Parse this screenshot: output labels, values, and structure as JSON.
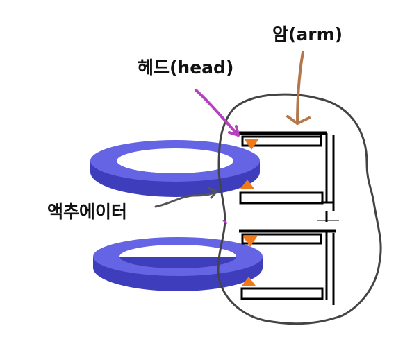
{
  "labels": {
    "arm": "암(arm)",
    "head": "헤드(head)",
    "actuator": "액추에이터"
  },
  "colors": {
    "platter": "#5b5be0",
    "platter_edge": "#3a3ab8",
    "head_marker": "#f07a1a",
    "arm_arrow": "#b5774a",
    "head_arrow": "#b640c0",
    "outline": "#444444",
    "arm_structure": "#000000"
  }
}
